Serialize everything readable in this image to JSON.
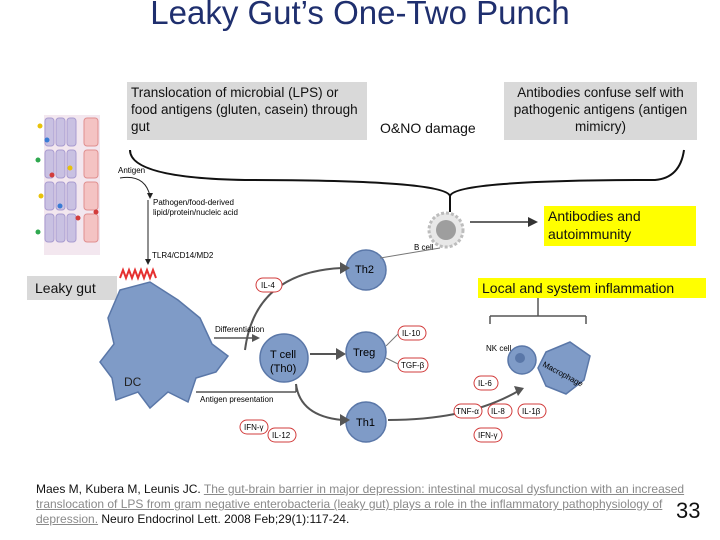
{
  "title": "Leaky Gut’s One-Two Punch",
  "boxes": {
    "translocation": "Translocation of microbial (LPS) or food antigens (gluten, casein) through gut",
    "onodamage": "O&NO damage",
    "mimicry": "Antibodies confuse self with pathogenic antigens (antigen mimicry)",
    "autoimmunity": "Antibodies and autoimmunity",
    "inflammation": "Local and system inflammation",
    "leaky_gut": "Leaky gut"
  },
  "diagram": {
    "antigen": "Antigen",
    "pathogen": "Pathogen/food-derived lipid/protein/nucleic acid",
    "receptor": "TLR4/CD14/MD2",
    "bcell": "B cell",
    "th2": "Th2",
    "il4": "IL-4",
    "differentiation": "Differentiation",
    "tcell1": "T cell",
    "tcell2": "(Th0)",
    "treg": "Treg",
    "il10": "IL-10",
    "tgfb": "TGF-β",
    "dc": "DC",
    "antigen_presentation": "Antigen presentation",
    "th1": "Th1",
    "ifng_left": "IFN-γ",
    "il12": "IL-12",
    "nkcell": "NK cell",
    "macrophage": "Macrophage",
    "il6": "IL-6",
    "tnfa": "TNF-α",
    "il8": "IL-8",
    "il1b": "IL-1β",
    "ifng_right": "IFN-γ"
  },
  "citation": {
    "authors": "Maes M, Kubera M, Leunis JC. ",
    "article": "The gut-brain barrier in major depression: intestinal mucosal dysfunction with an increased translocation of LPS from gram negative enterobacteria (leaky gut) plays a role in the inflammatory pathophysiology of depression.",
    "journal": " Neuro Endocrinol Lett. 2008 Feb;29(1):117-24."
  },
  "page_number": "33",
  "colors": {
    "title": "#1f2f6e",
    "label_box": "#d9d9d9",
    "highlight": "#ffff00",
    "cell": "#7f9bc7",
    "cytokine_border": "#d23c3c",
    "receptor": "#e53030",
    "link": "#8a8a8a"
  }
}
